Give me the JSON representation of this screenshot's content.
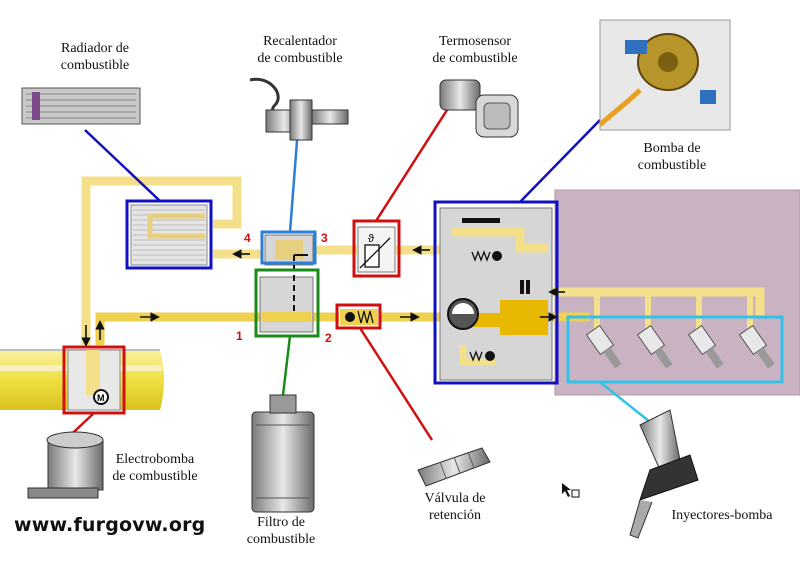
{
  "labels": {
    "radiador": [
      "Radiador de",
      "combustible"
    ],
    "recalentador": [
      "Recalentador",
      "de combustible"
    ],
    "termosensor": [
      "Termosensor",
      "de combustible"
    ],
    "bomba": [
      "Bomba de",
      "combustible"
    ],
    "electrobomba": [
      "Electrobomba",
      "de combustible"
    ],
    "filtro": [
      "Filtro de",
      "combustible"
    ],
    "valvula": [
      "Válvula de",
      "retención"
    ],
    "inyectores": "Inyectores-bomba"
  },
  "numbers": {
    "n1": "1",
    "n2": "2",
    "n3": "3",
    "n4": "4"
  },
  "watermark": "www.furgovw.org",
  "colors": {
    "fuel_line": "#f4e08a",
    "pressure_line": "#e8b800",
    "tank_fuel": "#f0e040",
    "engine_block": "#c9b3c2",
    "component_gray": "#d6d6d6",
    "callout_blue": "#1010c0",
    "callout_light_blue": "#2a7fd8",
    "callout_red": "#d01010",
    "callout_green": "#1a8a1a",
    "callout_cyan": "#30c0e8"
  }
}
